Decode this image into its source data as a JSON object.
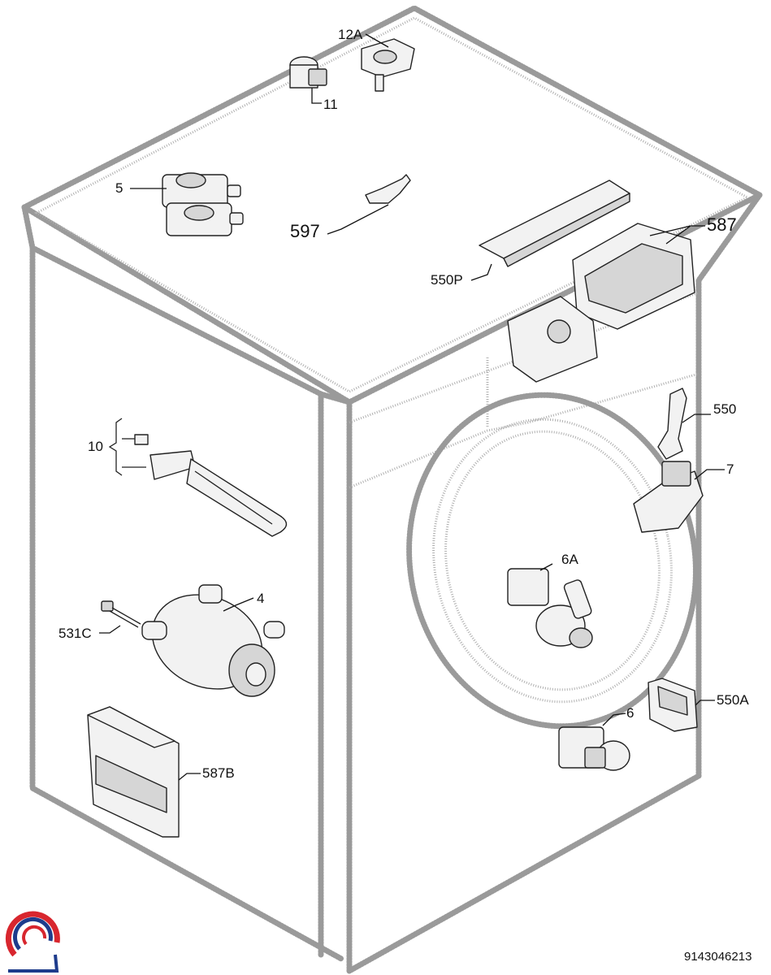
{
  "document_number": "9143046213",
  "logo": {
    "name": "brand-logo",
    "colors": {
      "red": "#d8262e",
      "blue": "#1e3c8c"
    }
  },
  "labels": {
    "p12A": "12A",
    "p11": "11",
    "p5": "5",
    "p597": "597",
    "p587": "587",
    "p550P": "550P",
    "p550": "550",
    "p7": "7",
    "p10": "10",
    "p4": "4",
    "p531C": "531C",
    "p6A": "6A",
    "p550A": "550A",
    "p6": "6",
    "p587B": "587B"
  }
}
